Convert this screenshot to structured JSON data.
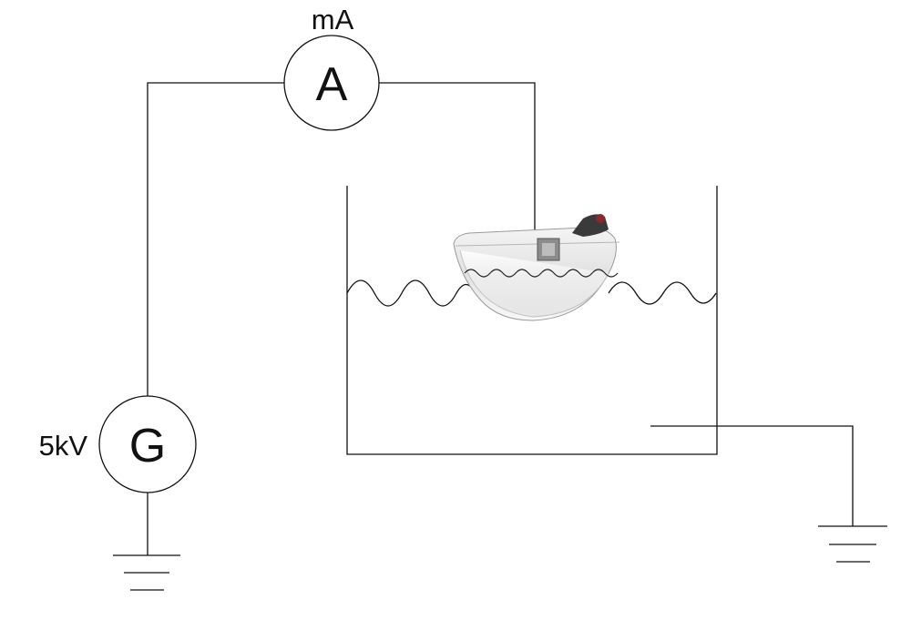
{
  "ammeter": {
    "symbol": "A",
    "unit_label": "mA"
  },
  "generator": {
    "symbol": "G",
    "voltage_label": "5kV"
  }
}
